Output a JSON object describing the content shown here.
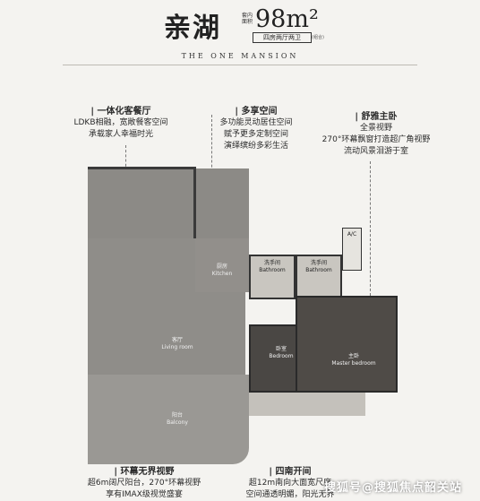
{
  "header": {
    "title": "亲湖",
    "area_side_label": "套内面积",
    "area_value": "98m²",
    "layout": "四房两厅两卫",
    "layout_note": "(组合)",
    "subtitle": "THE ONE MANSION"
  },
  "features": {
    "kitchen": {
      "title": "| 一体化客餐厅",
      "line1": "LDKB相融，宽敞餐客空间",
      "line2": "承载家人幸福时光"
    },
    "multi": {
      "title": "| 多享空间",
      "line1": "多功能灵动居住空间",
      "line2": "赋予更多定制空间",
      "line3": "演绎缤纷多彩生活"
    },
    "master": {
      "title": "| 舒雅主卧",
      "line1": "全景视野",
      "line2": "270°环幕飘窗打造超广角视野",
      "line3": "流动风景泪游于室"
    },
    "balcony": {
      "title": "| 环幕无界视野",
      "line1": "超6m阔尺阳台，270°环幕视野",
      "line2": "享有IMAX级视觉盛宴"
    },
    "south": {
      "title": "| 四南开间",
      "line1": "超12m南向大面宽尺度",
      "line2": "空间通透明媚，阳光无界"
    }
  },
  "rooms": {
    "kitchen": {
      "cn": "厨房",
      "en": "Kitchen"
    },
    "bath1": {
      "cn": "洗手间",
      "en": "Bathroom"
    },
    "bath2": {
      "cn": "洗手间",
      "en": "Bathroom"
    },
    "ac": {
      "cn": "A/C"
    },
    "living": {
      "cn": "客厅",
      "en": "Living room"
    },
    "bedroom": {
      "cn": "卧室",
      "en": "Bedroom"
    },
    "master": {
      "cn": "主卧",
      "en": "Master bedroom"
    },
    "balcony": {
      "cn": "阳台",
      "en": "Balcony"
    }
  },
  "watermark": "搜狐号@搜狐焦点韶关站"
}
